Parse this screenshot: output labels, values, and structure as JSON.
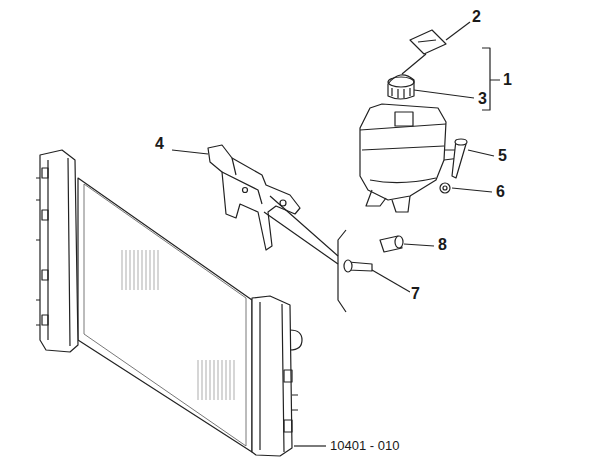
{
  "diagram": {
    "labels": [
      "2",
      "1",
      "3",
      "4",
      "5",
      "6",
      "8",
      "7",
      "10401 - 010"
    ]
  }
}
